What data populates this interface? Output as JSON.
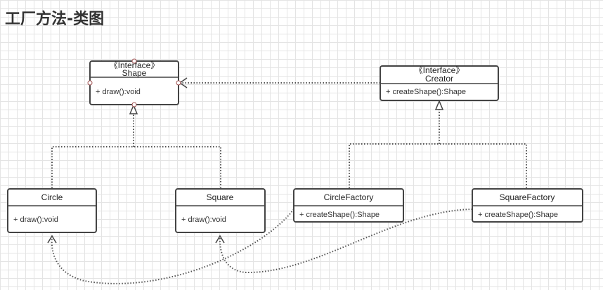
{
  "title": "工厂方法-类图",
  "classes": {
    "shape": {
      "stereotype": "《Interface》",
      "name": "Shape",
      "member": "+ draw():void"
    },
    "creator": {
      "stereotype": "《Interface》",
      "name": "Creator",
      "member": "+ createShape():Shape"
    },
    "circle": {
      "name": "Circle",
      "member": "+ draw():void"
    },
    "square": {
      "name": "Square",
      "member": "+ draw():void"
    },
    "circle_factory": {
      "name": "CircleFactory",
      "member": "+ createShape():Shape"
    },
    "square_factory": {
      "name": "SquareFactory",
      "member": "+ createShape():Shape"
    }
  },
  "colors": {
    "border": "#444444",
    "grid": "#e4e4e4",
    "port": "#a05050"
  }
}
